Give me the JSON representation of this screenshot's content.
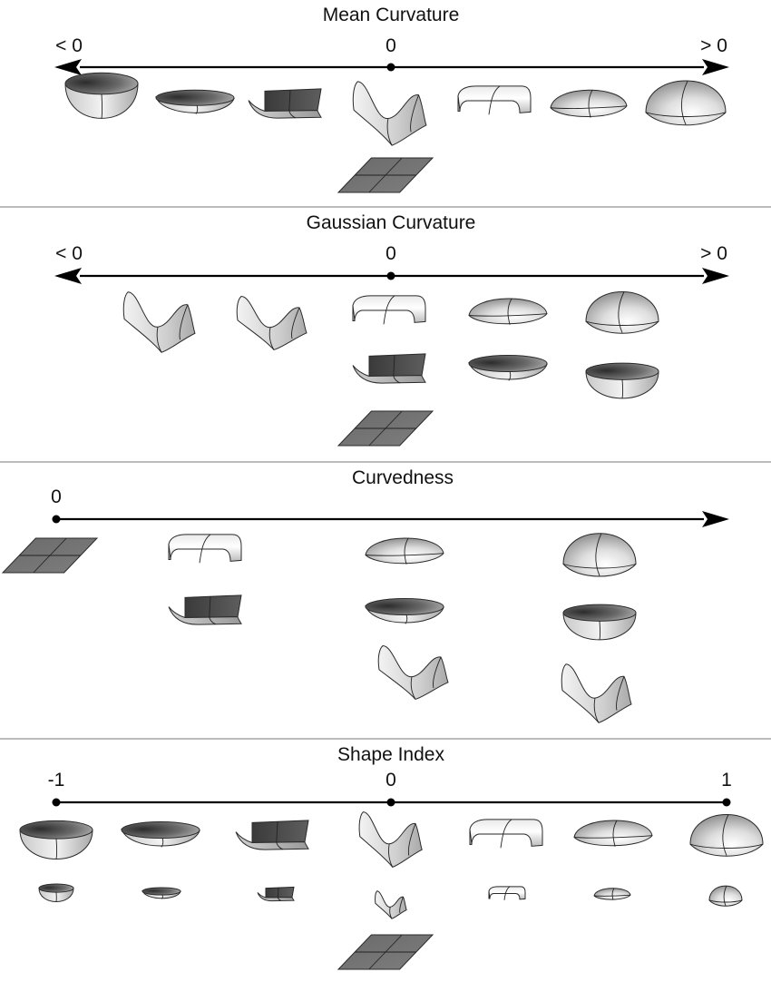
{
  "sections": [
    {
      "title": "Mean Curvature",
      "axis": {
        "style": "double-arrow",
        "labels": [
          "< 0",
          "0",
          "> 0"
        ]
      },
      "shapes": [
        {
          "kind": "cup-deep"
        },
        {
          "kind": "cup-shallow"
        },
        {
          "kind": "valley"
        },
        {
          "kind": "saddle"
        },
        {
          "kind": "ridge"
        },
        {
          "kind": "dome-shallow"
        },
        {
          "kind": "dome-deep"
        },
        {
          "kind": "plane"
        }
      ]
    },
    {
      "title": "Gaussian Curvature",
      "axis": {
        "style": "double-arrow",
        "labels": [
          "< 0",
          "0",
          "> 0"
        ]
      },
      "shapes": [
        {
          "kind": "saddle"
        },
        {
          "kind": "saddle"
        },
        {
          "kind": "ridge"
        },
        {
          "kind": "dome-shallow"
        },
        {
          "kind": "dome-deep"
        },
        {
          "kind": "valley"
        },
        {
          "kind": "cup-shallow"
        },
        {
          "kind": "cup-deep"
        },
        {
          "kind": "plane"
        }
      ]
    },
    {
      "title": "Curvedness",
      "axis": {
        "style": "single-arrow",
        "labels": [
          "0"
        ]
      },
      "shapes": [
        {
          "kind": "plane"
        },
        {
          "kind": "ridge"
        },
        {
          "kind": "valley"
        },
        {
          "kind": "dome-shallow"
        },
        {
          "kind": "cup-shallow"
        },
        {
          "kind": "saddle"
        },
        {
          "kind": "dome-deep"
        },
        {
          "kind": "cup-deep"
        },
        {
          "kind": "saddle"
        }
      ]
    },
    {
      "title": "Shape Index",
      "axis": {
        "style": "segment",
        "labels": [
          "-1",
          "0",
          "1"
        ]
      },
      "shapes": [
        {
          "kind": "cup-deep"
        },
        {
          "kind": "cup-shallow"
        },
        {
          "kind": "valley"
        },
        {
          "kind": "saddle"
        },
        {
          "kind": "ridge"
        },
        {
          "kind": "dome-shallow"
        },
        {
          "kind": "dome-deep"
        },
        {
          "kind": "cup-deep"
        },
        {
          "kind": "cup-shallow"
        },
        {
          "kind": "valley"
        },
        {
          "kind": "saddle"
        },
        {
          "kind": "ridge"
        },
        {
          "kind": "dome-shallow"
        },
        {
          "kind": "dome-deep"
        },
        {
          "kind": "plane"
        }
      ]
    }
  ]
}
